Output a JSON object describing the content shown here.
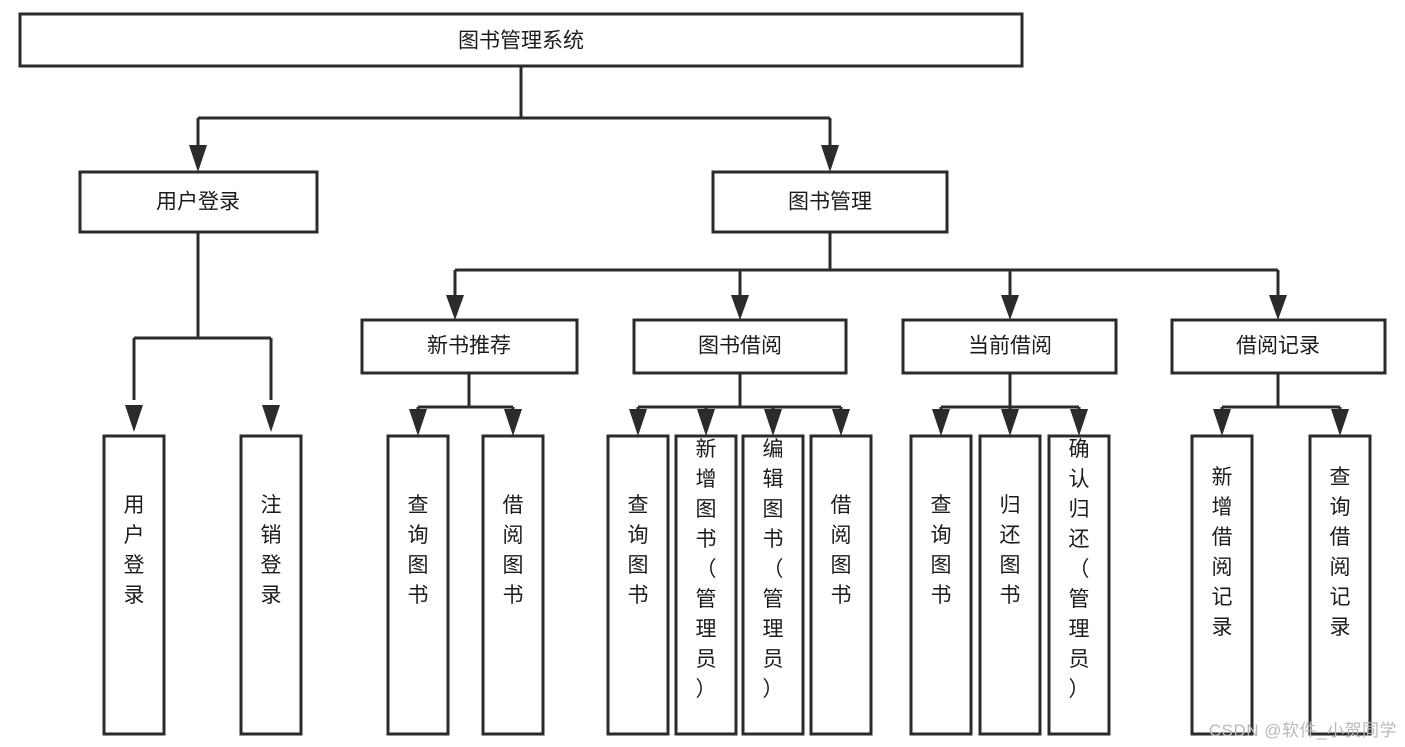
{
  "diagram": {
    "title": "图书管理系统",
    "type": "tree-hierarchy-diagram",
    "orientation": "top-down",
    "colors": {
      "box_stroke": "#2b2b2b",
      "box_fill": "#ffffff",
      "connector": "#2b2b2b",
      "text": "#1c1c1c",
      "background": "#ffffff",
      "watermark": "#b9b9b9"
    },
    "root": {
      "label": "图书管理系统"
    },
    "level1": [
      {
        "label": "用户登录"
      },
      {
        "label": "图书管理"
      }
    ],
    "level2": [
      {
        "label": "新书推荐"
      },
      {
        "label": "图书借阅"
      },
      {
        "label": "当前借阅"
      },
      {
        "label": "借阅记录"
      }
    ],
    "leaves": {
      "user_login": [
        {
          "label": "用户登录"
        },
        {
          "label": "注销登录"
        }
      ],
      "new_book_recommend": [
        {
          "label": "查询图书"
        },
        {
          "label": "借阅图书"
        }
      ],
      "book_borrow": [
        {
          "label": "查询图书"
        },
        {
          "label": "新增图书（管理员）"
        },
        {
          "label": "编辑图书（管理员）"
        },
        {
          "label": "借阅图书"
        }
      ],
      "current_borrow": [
        {
          "label": "查询图书"
        },
        {
          "label": "归还图书"
        },
        {
          "label": "确认归还（管理员）"
        }
      ],
      "borrow_records": [
        {
          "label": "新增借阅记录"
        },
        {
          "label": "查询借阅记录"
        }
      ]
    }
  },
  "watermark": {
    "text": "CSDN @软件_小贺同学"
  }
}
